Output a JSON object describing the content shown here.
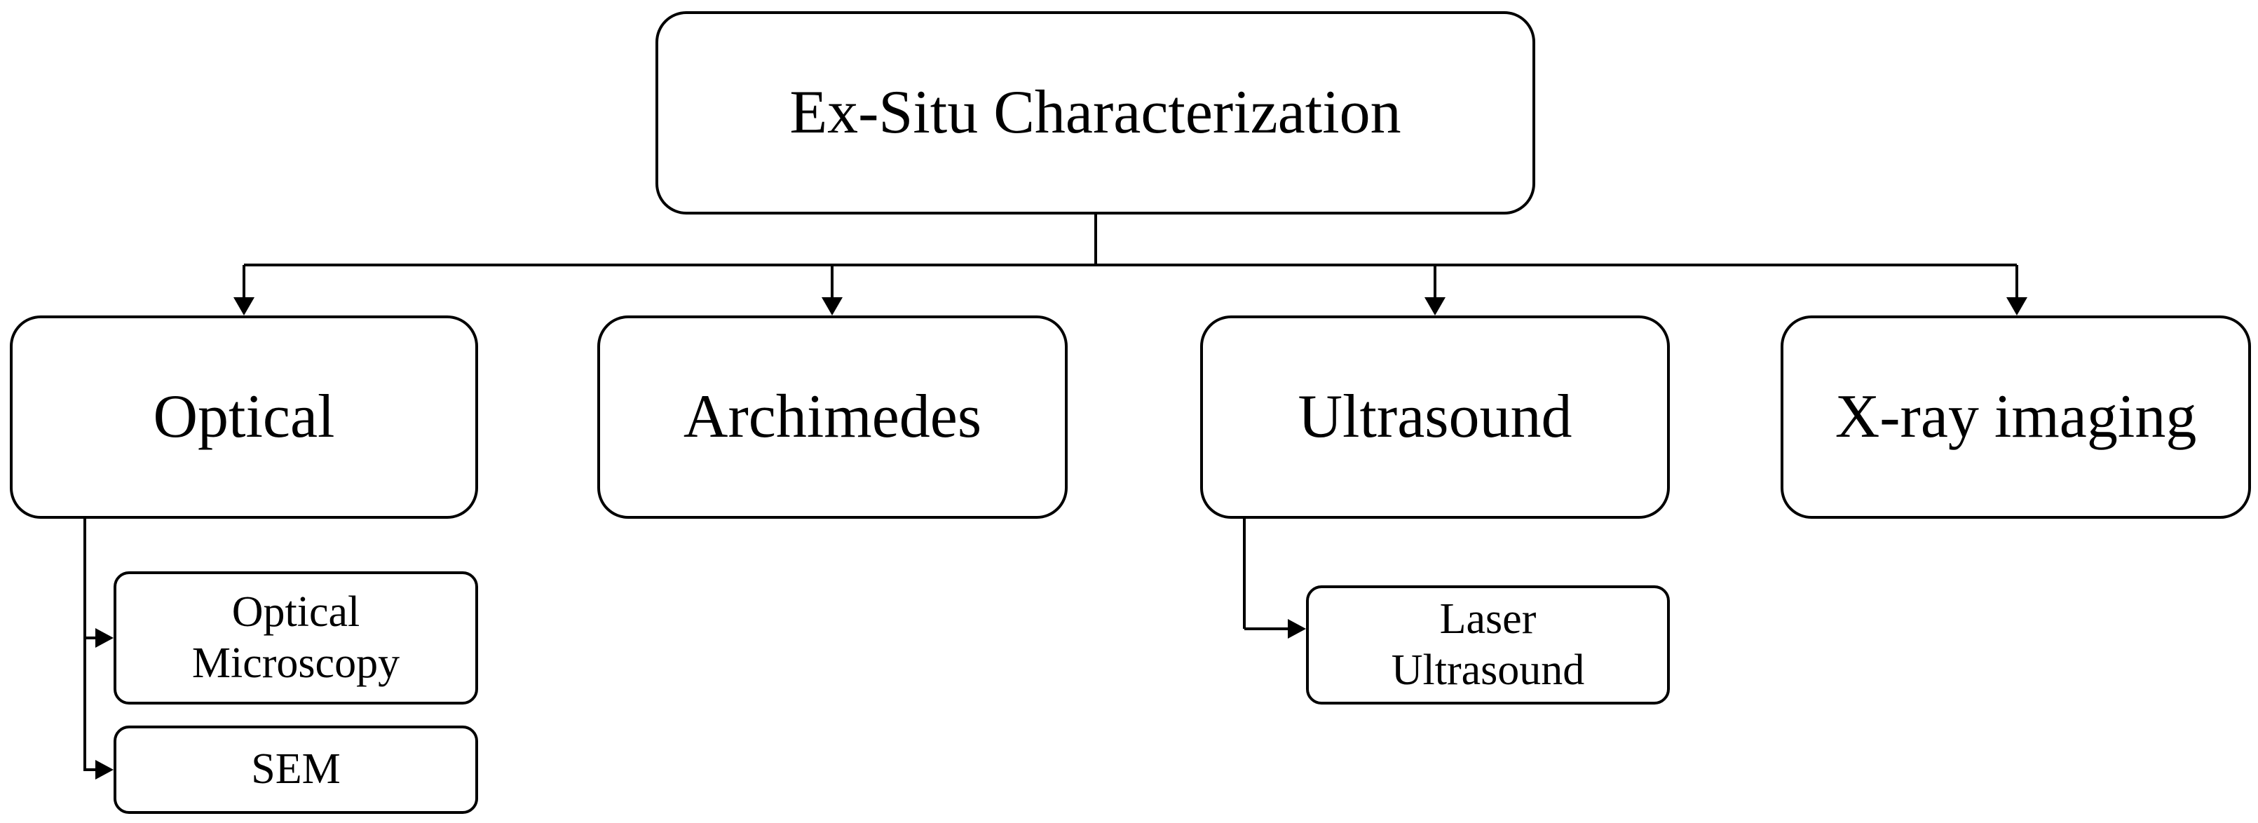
{
  "diagram": {
    "root": {
      "label": "Ex-Situ Characterization"
    },
    "categories": [
      {
        "id": "optical",
        "label": "Optical"
      },
      {
        "id": "archimedes",
        "label": "Archimedes"
      },
      {
        "id": "ultrasound",
        "label": "Ultrasound"
      },
      {
        "id": "xray",
        "label": "X-ray imaging"
      }
    ],
    "subnodes": [
      {
        "id": "optical-microscopy",
        "parent": "optical",
        "label": "Optical\nMicroscopy"
      },
      {
        "id": "sem",
        "parent": "optical",
        "label": "SEM"
      },
      {
        "id": "laser-ultrasound",
        "parent": "ultrasound",
        "label": "Laser\nUltrasound"
      }
    ]
  },
  "colors": {
    "stroke": "#000000",
    "background": "#ffffff"
  }
}
